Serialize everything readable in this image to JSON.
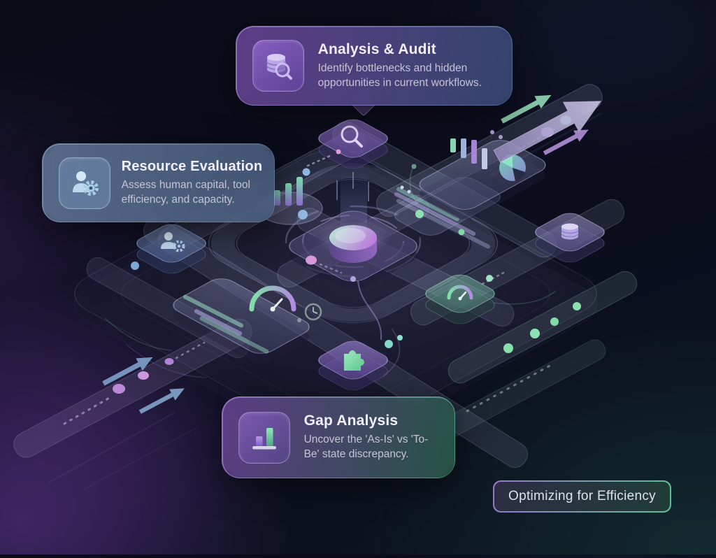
{
  "callouts": [
    {
      "id": "analysis-audit",
      "title": "Analysis & Audit",
      "description": "Identify bottlenecks and hidden opportunities in current workflows.",
      "icon": "database-search-icon"
    },
    {
      "id": "resource-evaluation",
      "title": "Resource Evaluation",
      "description": "Assess human capital, tool efficiency, and capacity.",
      "icon": "user-gear-icon"
    },
    {
      "id": "gap-analysis",
      "title": "Gap Analysis",
      "description": "Uncover the 'As-Is' vs 'To-Be' state discrepancy.",
      "icon": "bar-chart-icon"
    }
  ],
  "badge": {
    "label": "Optimizing for Efficiency"
  },
  "scene": {
    "nodes": [
      {
        "name": "search-node",
        "icon": "magnifier-icon"
      },
      {
        "name": "user-node",
        "icon": "user-gear-icon"
      },
      {
        "name": "chart-pad-node",
        "icon": "mini-bars-icon"
      },
      {
        "name": "hub-node",
        "icon": "glowing-disc"
      },
      {
        "name": "puzzle-node",
        "icon": "puzzle-icon"
      },
      {
        "name": "gauge-node",
        "icon": "gauge-icon"
      },
      {
        "name": "database-node",
        "icon": "database-icon"
      }
    ],
    "panels": [
      {
        "name": "analytics-panel",
        "content": "bar-chart, pie-chart"
      },
      {
        "name": "metrics-panel",
        "content": "gauge, text-lines, clock"
      }
    ],
    "arrows": [
      "growth-arrow-large",
      "growth-arrow-green",
      "growth-arrow-purple",
      "inflow-arrow-1",
      "inflow-arrow-2"
    ],
    "colors": {
      "accent_green": "#7fdfac",
      "accent_purple": "#b58ae0",
      "accent_blue": "#7fa8d8",
      "background": "#0a0c18",
      "glow_purple": "#45256b",
      "glow_teal": "#12292c"
    }
  }
}
